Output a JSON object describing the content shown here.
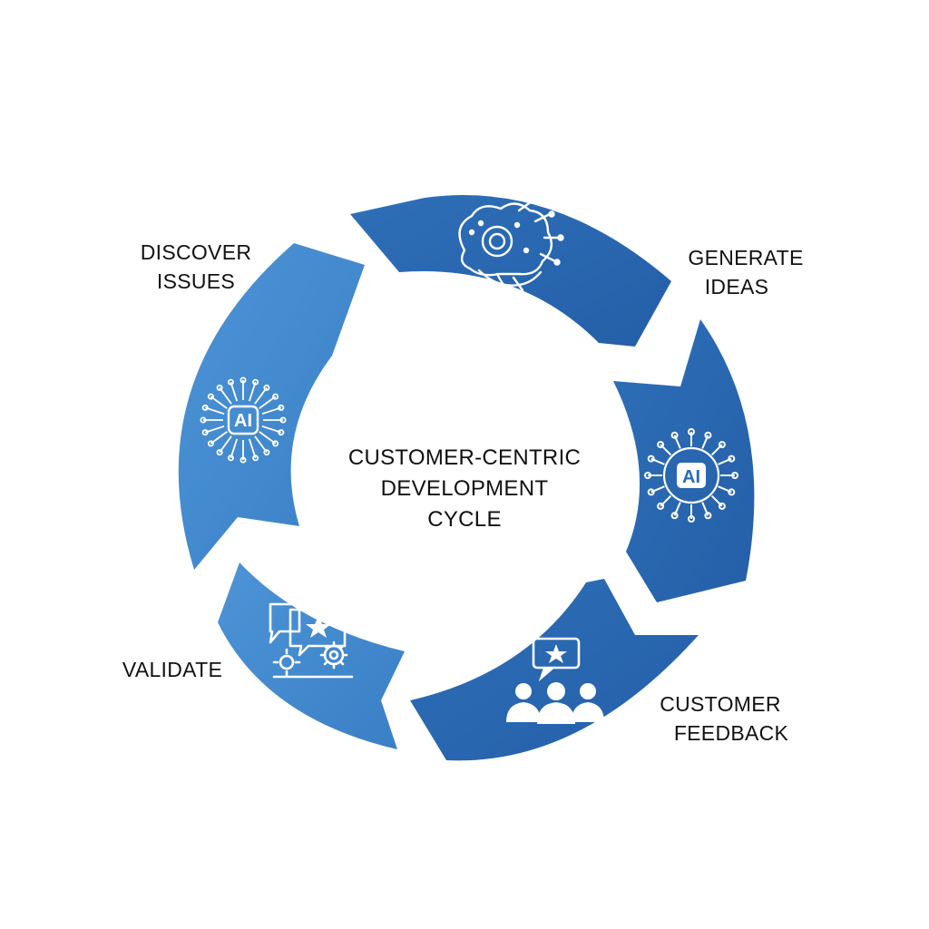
{
  "diagram": {
    "center_title": {
      "line1": "CUSTOMER-CENTRIC",
      "line2": "DEVELOPMENT",
      "line3": "CYCLE"
    },
    "stages": [
      {
        "line1": "GENERATE",
        "line2": "IDEAS",
        "icon": "brain-circuit-icon"
      },
      {
        "line1": "",
        "line2": "",
        "icon": "ai-chip-icon",
        "badge": "AI"
      },
      {
        "line1": "CUSTOMER",
        "line2": "FEEDBACK",
        "icon": "customer-group-icon"
      },
      {
        "line1": "VALIDATE",
        "line2": "",
        "icon": "chat-star-gear-icon"
      },
      {
        "line1": "DISCOVER",
        "line2": "ISSUES",
        "icon": "ai-network-icon",
        "badge": "AI"
      }
    ],
    "colors": {
      "segment_dark": "#2a6cb3",
      "segment_light": "#4a8fd1",
      "icon_stroke": "#ffffff",
      "text": "#111111"
    }
  }
}
